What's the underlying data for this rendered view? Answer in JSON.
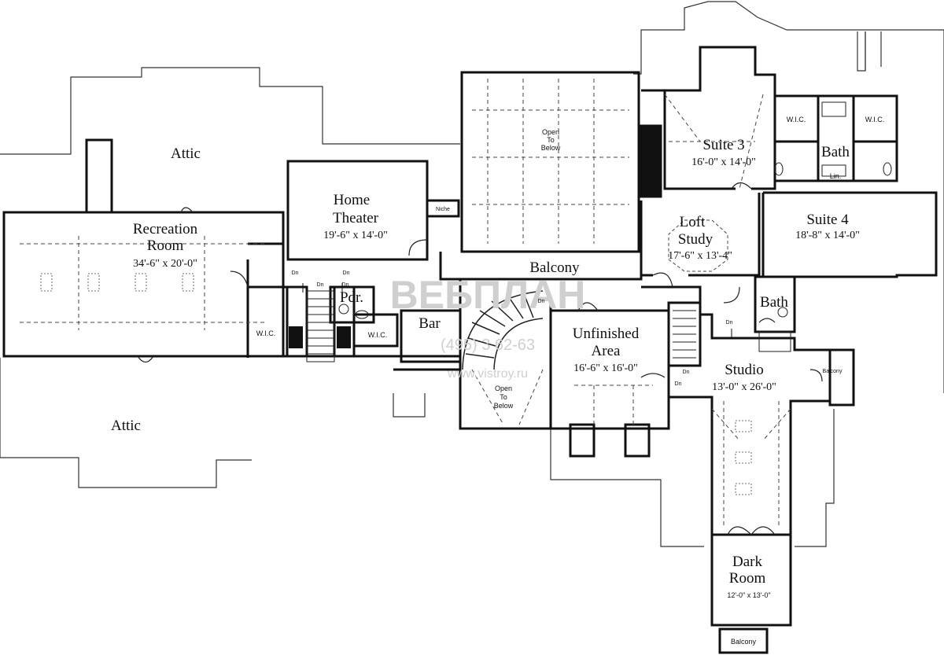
{
  "rooms": {
    "attic_top": {
      "name": "Attic"
    },
    "attic_bottom": {
      "name": "Attic"
    },
    "recreation": {
      "name_1": "Recreation",
      "name_2": "Room",
      "dim": "34'-6\" x 20'-0\""
    },
    "home_theater": {
      "name_1": "Home",
      "name_2": "Theater",
      "dim": "19'-6\" x 14'-0\""
    },
    "niche": {
      "name": "Niche"
    },
    "open_below_top": {
      "line_1": "Open",
      "line_2": "To",
      "line_3": "Below"
    },
    "balcony_main": {
      "name": "Balcony"
    },
    "suite3": {
      "name": "Suite 3",
      "dim": "16'-0\" x 14'-0\""
    },
    "wic_left": {
      "name": "W.I.C."
    },
    "wic_right": {
      "name": "W.I.C."
    },
    "bath_suites": {
      "name": "Bath"
    },
    "lin": {
      "name": "Lin."
    },
    "suite4": {
      "name": "Suite 4",
      "dim": "18'-8\" x 14'-0\""
    },
    "loft": {
      "name_1": "Loft",
      "name_2": "Study",
      "dim": "17'-6\" x 13'-4\""
    },
    "pdr": {
      "name": "Pdr."
    },
    "bar": {
      "name": "Bar"
    },
    "wic_rec": {
      "name": "W.I.C."
    },
    "wic_bar": {
      "name": "W.I.C."
    },
    "unfinished": {
      "name_1": "Unfinished",
      "name_2": "Area",
      "dim": "16'-6\" x 16'-0\""
    },
    "open_below_stair": {
      "line_1": "Open",
      "line_2": "To",
      "line_3": "Below"
    },
    "bath_small": {
      "name": "Bath"
    },
    "studio": {
      "name": "Studio",
      "dim": "13'-0\" x 26'-0\""
    },
    "balcony_side": {
      "name": "Balcony"
    },
    "dark_room": {
      "name_1": "Dark",
      "name_2": "Room",
      "dim": "12'-0\" x 13'-0\""
    },
    "balcony_bottom": {
      "name": "Balcony"
    }
  },
  "stair_labels": {
    "dn": "Dn"
  },
  "watermark": {
    "brand": "ВЕБПЛАН",
    "phone": "(495) 3 62-63",
    "site": "www.vistroy.ru"
  }
}
